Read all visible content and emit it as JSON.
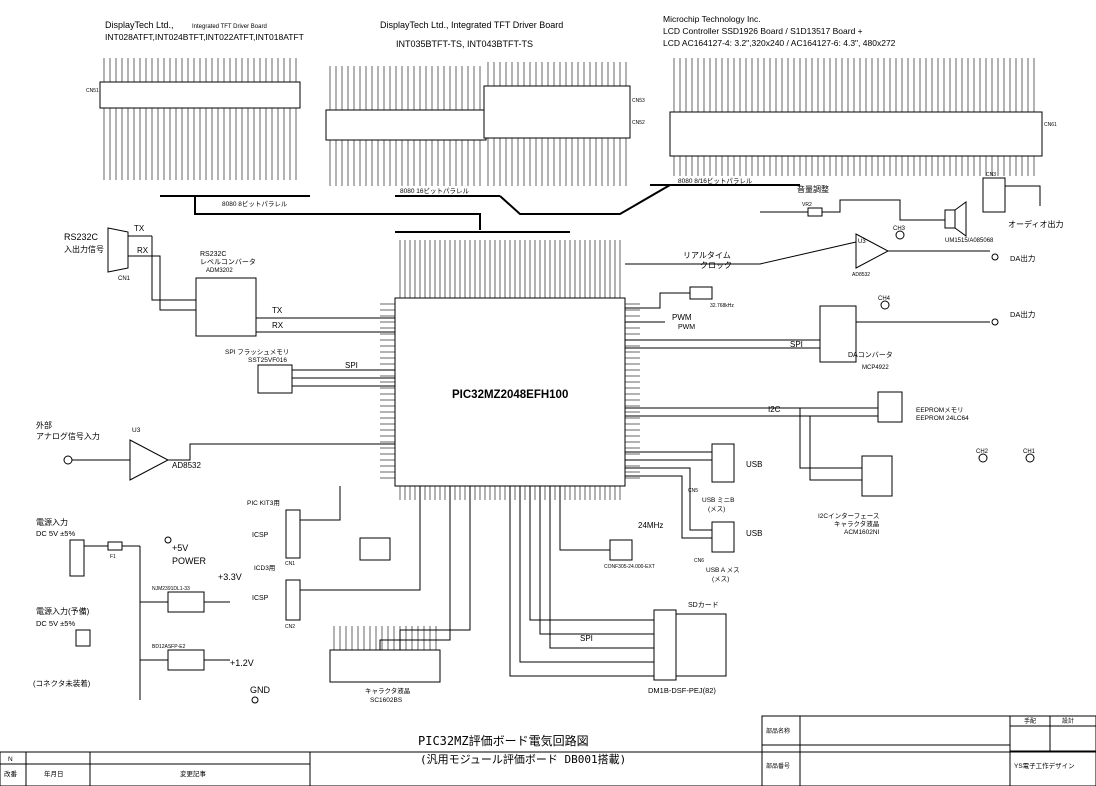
{
  "boards": {
    "b1": {
      "line1": "DisplayTech Ltd.,",
      "line1b": "Integrated TFT Driver Board",
      "line2": "INT028ATFT,INT024BTFT,INT022ATFT,INT018ATFT",
      "conn": "CN51",
      "bus": "8080 8ビットパラレル"
    },
    "b2": {
      "line1": "DisplayTech Ltd., Integrated TFT Driver Board",
      "line2": "INT035BTFT-TS, INT043BTFT-TS",
      "conn": "CN52",
      "conn2": "CN53",
      "bus": "8080 16ビットパラレル"
    },
    "b3": {
      "line1": "Microchip Technology Inc.",
      "line2": "LCD Controller SSD1926 Board / S1D13517 Board  +",
      "line3": "LCD  AC164127-4: 3.2\",320x240 / AC164127-6: 4.3\",  480x272",
      "conn": "CN61",
      "bus": "8080 8/16ビットパラレル"
    }
  },
  "mcu": {
    "name": "PIC32MZ2048EFH100"
  },
  "blocks": {
    "rs232c": {
      "title": "RS232C",
      "subtitle": "入出力信号",
      "conn": "CN1",
      "tx": "TX",
      "rx": "RX"
    },
    "level": {
      "title": "RS232C",
      "subtitle": "レベルコンバータ",
      "part": "ADM3202"
    },
    "flash": {
      "title": "SPI フラッシュメモリ",
      "part": "SST25VF016",
      "spi": "SPI"
    },
    "analog": {
      "title": "外部",
      "subtitle": "アナログ信号入力",
      "opamp": "U3",
      "part": "AD8532"
    },
    "volume": {
      "title": "音量調整",
      "part": "VR2"
    },
    "audio": {
      "title": "オーディオ出力",
      "speaker": "UM1515/A085068",
      "conn": "CN3",
      "opamp": "U3",
      "part": "AD8532"
    },
    "da1": {
      "title": "DA出力",
      "conn": "CH3"
    },
    "da2": {
      "title": "DA出力",
      "conn": "CH4"
    },
    "dac": {
      "title": "DAコンバータ",
      "part": "MCP4922",
      "spi": "SPI"
    },
    "rtc": {
      "title": "リアルタイム",
      "subtitle": "クロック",
      "xtal": "32.768kHz",
      "pwm": "PWM"
    },
    "eeprom": {
      "title": "EEPROMメモリ",
      "part": "EEPROM 24LC64",
      "bus": "I2C"
    },
    "i2clcd": {
      "title": "I2Cインターフェース",
      "subtitle": "キャラクタ液晶",
      "part": "ACM1602NI"
    },
    "usb1": {
      "label": "USB",
      "conn": "CN5",
      "name": "USB ミニB",
      "sub": "(メス)"
    },
    "usb2": {
      "label": "USB",
      "conn": "CN6",
      "name": "USB A メス",
      "sub": "(メス)"
    },
    "osc": {
      "freq": "24MHz",
      "part": "CONF305-24.000-EXT"
    },
    "pickit": {
      "title": "PIC KIT3用",
      "icsp1": "ICSP",
      "icsp2": "ICSP",
      "conn1": "CN1",
      "conn2": "CN2",
      "icd": "ICD3用"
    },
    "power": {
      "title": "電源入力",
      "spec": "DC 5V ±5%",
      "fuse": "F1",
      "v5": "+5V",
      "vlabel": "POWER",
      "v33": "+3.3V",
      "v12": "+1.2V",
      "gnd": "GND",
      "reg1": "NJM2391DL1-33",
      "reg2": "BD12ASFP-E2"
    },
    "power2": {
      "title": "電源入力(予備)",
      "spec": "DC 5V ±5%",
      "note": "(コネクタ未装着)"
    },
    "charlcd": {
      "title": "キャラクタ液晶",
      "part": "SC1602BS"
    },
    "sdcard": {
      "title": "SDカード",
      "part": "DM1B-DSF-PEJ(82)",
      "spi": "SPI"
    },
    "ch1": {
      "label": "CH1"
    },
    "ch2": {
      "label": "CH2"
    }
  },
  "titleblock": {
    "title": "PIC32MZ評価ボード電気回路図",
    "subtitle": "(汎用モジュール評価ボード DB001搭載)",
    "rev_label": "N",
    "col1": "改番",
    "col2": "年月日",
    "col3": "変更記事",
    "part_name": "部品名称",
    "part_no": "部品番号",
    "hand": "手配",
    "design": "設計",
    "company": "YS電子工作デザイン"
  }
}
